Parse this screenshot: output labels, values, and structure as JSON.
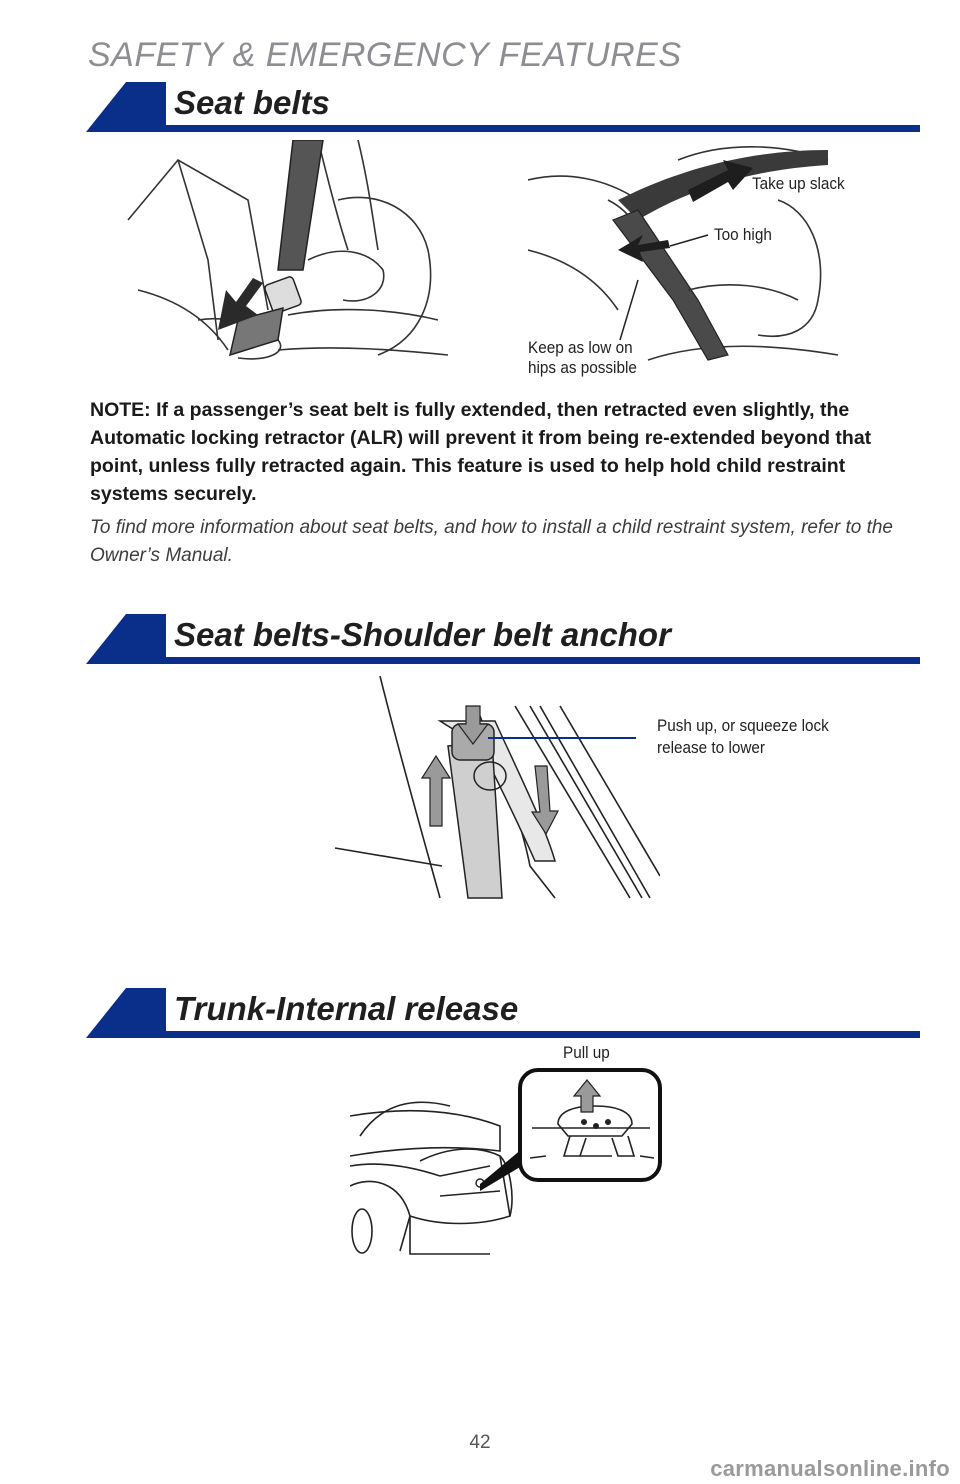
{
  "page": {
    "heading": "SAFETY & EMERGENCY FEATURES",
    "page_number": "42",
    "watermark": "carmanualsonline.info"
  },
  "seat_belts": {
    "title": "Seat belts",
    "callouts": {
      "take_up_slack": "Take up slack",
      "too_high": "Too high",
      "keep_low_line1": "Keep as low on",
      "keep_low_line2": "hips as possible"
    },
    "note": "NOTE: If a passenger’s seat belt is fully extended, then retracted even slightly, the Automatic locking retractor (ALR) will prevent it from being re-extended beyond that point, unless fully retracted again. This feature is used to help hold child restraint systems securely.",
    "info": "To find more information about seat belts, and how to install a child restraint system, refer to the Owner’s Manual."
  },
  "shoulder_anchor": {
    "title": "Seat belts-Shoulder belt anchor",
    "callout_line1": "Push up, or squeeze lock",
    "callout_line2": "release to lower"
  },
  "trunk": {
    "title": "Trunk-Internal release",
    "callout": "Pull up"
  },
  "colors": {
    "brand_blue": "#0a2f8a",
    "heading_gray": "#8d8d92",
    "arrow_gray": "#9a9a9a"
  }
}
